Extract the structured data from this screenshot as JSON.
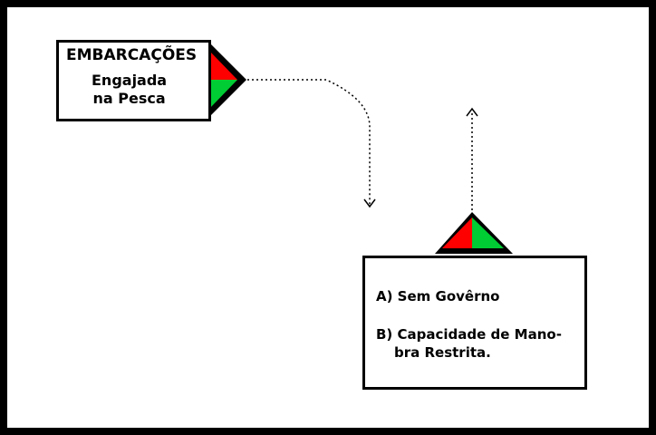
{
  "fishing_vessel": {
    "title": "EMBARCAÇÕES",
    "line1": "Engajada",
    "line2": "na Pesca"
  },
  "restricted_vessel": {
    "item_a": "A) Sem Govêrno",
    "item_b_line1": "B) Capacidade de Mano-",
    "item_b_line2": "bra Restrita."
  },
  "colors": {
    "light_red": "#ff0000",
    "light_green": "#00cc33",
    "outline": "#000000"
  }
}
